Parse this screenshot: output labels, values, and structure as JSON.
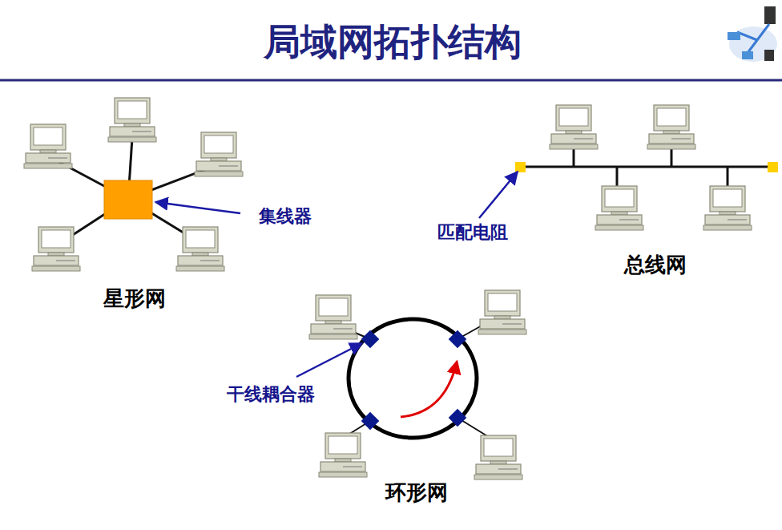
{
  "diagram": {
    "title": "局域网拓扑结构",
    "labels": [
      "集线器",
      "星形网",
      "匹配电阻",
      "总线网",
      "干线耦合器",
      "环形网"
    ]
  }
}
